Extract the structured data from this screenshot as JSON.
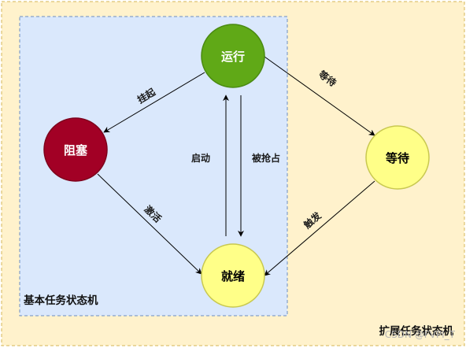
{
  "regions": {
    "extended_label": "扩展任务状态机",
    "basic_label": "基本任务状态机"
  },
  "states": {
    "running": {
      "label": "运行",
      "fill": "#60a917",
      "stroke": "#4a8a12",
      "text_color": "#ffffff"
    },
    "blocked": {
      "label": "阻塞",
      "fill": "#a20025",
      "stroke": "#7d001c",
      "text_color": "#ffffff"
    },
    "waiting": {
      "label": "等待",
      "fill": "#ffff88",
      "stroke": "#c8c850",
      "text_color": "#000000"
    },
    "ready": {
      "label": "就绪",
      "fill": "#ffff88",
      "stroke": "#c8c850",
      "text_color": "#000000"
    }
  },
  "transitions": {
    "suspend": {
      "label": "挂起",
      "from": "running",
      "to": "blocked"
    },
    "wait": {
      "label": "等待",
      "from": "running",
      "to": "waiting"
    },
    "start": {
      "label": "启动",
      "from": "ready",
      "to": "running"
    },
    "preempt": {
      "label": "被抢占",
      "from": "running",
      "to": "ready"
    },
    "activate": {
      "label": "激活",
      "from": "blocked",
      "to": "ready"
    },
    "trigger": {
      "label": "触发",
      "from": "waiting",
      "to": "ready"
    }
  },
  "colors": {
    "outer_fill": "#fff2cc",
    "outer_stroke": "#d6b656",
    "inner_fill": "#dae8fc",
    "inner_stroke": "#6c8ebf"
  },
  "watermark": "CSDN @FVPI_T"
}
